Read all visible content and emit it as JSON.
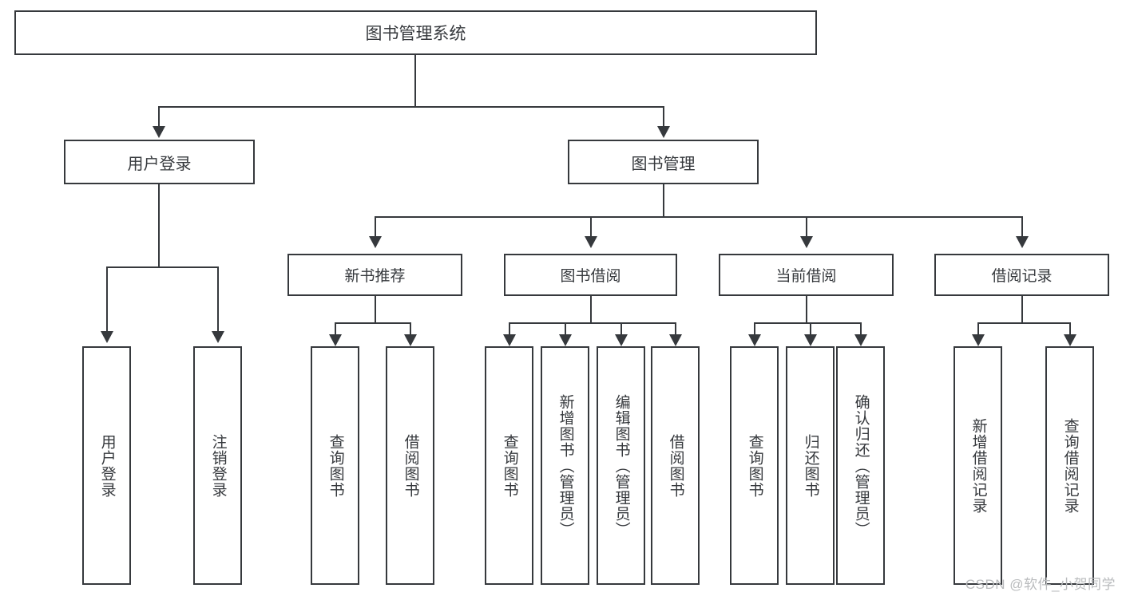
{
  "diagram": {
    "type": "hierarchy-tree",
    "title": "图书管理系统",
    "watermark": "CSDN @软件_小贺同学",
    "root": {
      "label": "图书管理系统"
    },
    "level1": [
      {
        "label": "用户登录"
      },
      {
        "label": "图书管理"
      }
    ],
    "level2": [
      {
        "label": "新书推荐"
      },
      {
        "label": "图书借阅"
      },
      {
        "label": "当前借阅"
      },
      {
        "label": "借阅记录"
      }
    ],
    "leaves": {
      "user_login": [
        {
          "label": "用户登录"
        },
        {
          "label": "注销登录"
        }
      ],
      "new_book_recommend": [
        {
          "label": "查询图书"
        },
        {
          "label": "借阅图书"
        }
      ],
      "book_borrow": [
        {
          "label": "查询图书"
        },
        {
          "label": "新增图书（管理员）"
        },
        {
          "label": "编辑图书（管理员）"
        },
        {
          "label": "借阅图书"
        }
      ],
      "current_borrow": [
        {
          "label": "查询图书"
        },
        {
          "label": "归还图书"
        },
        {
          "label": "确认归还（管理员）"
        }
      ],
      "borrow_record": [
        {
          "label": "新增借阅记录"
        },
        {
          "label": "查询借阅记录"
        }
      ]
    },
    "colors": {
      "stroke": "#36393d",
      "fill": "#ffffff",
      "text": "#36393d",
      "watermark": "#b9bbbd"
    }
  }
}
